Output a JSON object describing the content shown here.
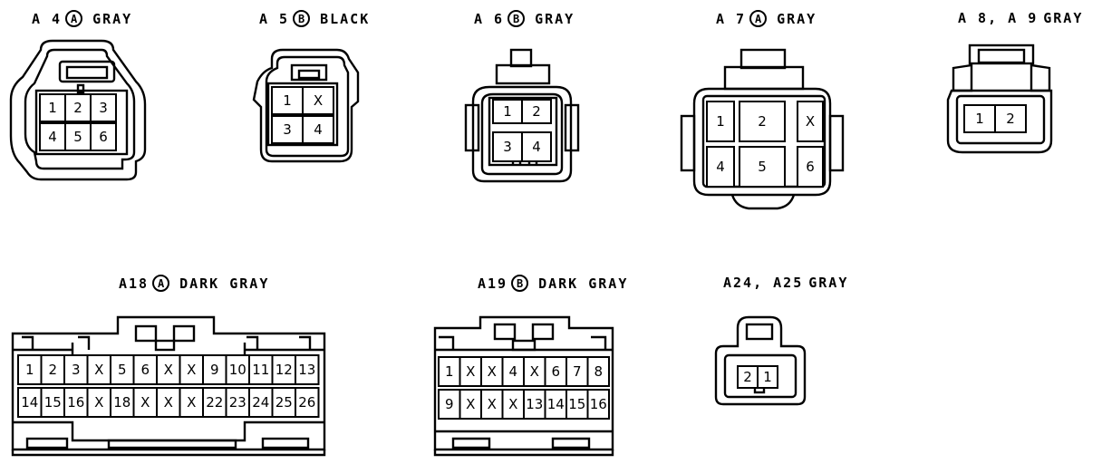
{
  "connectors": [
    {
      "id": "a4",
      "name": "A 4",
      "variant": "A",
      "color": "GRAY",
      "pins": [
        [
          "1",
          "2",
          "3"
        ],
        [
          "4",
          "5",
          "6"
        ]
      ]
    },
    {
      "id": "a5",
      "name": "A 5",
      "variant": "B",
      "color": "BLACK",
      "pins": [
        [
          "1",
          "X"
        ],
        [
          "3",
          "4"
        ]
      ]
    },
    {
      "id": "a6",
      "name": "A 6",
      "variant": "B",
      "color": "GRAY",
      "pins": [
        [
          "1",
          "2"
        ],
        [
          "3",
          "4"
        ]
      ]
    },
    {
      "id": "a7",
      "name": "A 7",
      "variant": "A",
      "color": "GRAY",
      "pins": [
        [
          "1",
          "2",
          "X"
        ],
        [
          "4",
          "5",
          "6"
        ]
      ]
    },
    {
      "id": "a8",
      "name": "A 8, A 9",
      "variant": "",
      "color": "GRAY",
      "pins": [
        [
          "1",
          "2"
        ]
      ]
    },
    {
      "id": "a18",
      "name": "A18",
      "variant": "A",
      "color": "DARK GRAY",
      "pins": [
        [
          "1",
          "2",
          "3",
          "X",
          "5",
          "6",
          "X",
          "X",
          "9",
          "10",
          "11",
          "12",
          "13"
        ],
        [
          "14",
          "15",
          "16",
          "X",
          "18",
          "X",
          "X",
          "X",
          "22",
          "23",
          "24",
          "25",
          "26"
        ]
      ]
    },
    {
      "id": "a19",
      "name": "A19",
      "variant": "B",
      "color": "DARK GRAY",
      "pins": [
        [
          "1",
          "X",
          "X",
          "4",
          "X",
          "6",
          "7",
          "8"
        ],
        [
          "9",
          "X",
          "X",
          "X",
          "13",
          "14",
          "15",
          "16"
        ]
      ]
    },
    {
      "id": "a24",
      "name": "A24, A25",
      "variant": "",
      "color": "GRAY",
      "pins": [
        [
          "2",
          "1"
        ]
      ]
    }
  ]
}
